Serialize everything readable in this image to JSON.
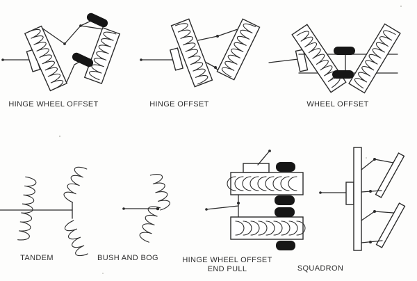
{
  "figure": {
    "title": "disc-harrow-hitch-configurations",
    "paper_color": "#fdfdfc",
    "ink_color": "#2b2b2b",
    "wheel_color": "#161616"
  },
  "panels": [
    {
      "id": "hinge-wheel-offset",
      "label": "HINGE WHEEL OFFSET"
    },
    {
      "id": "hinge-offset",
      "label": "HINGE OFFSET"
    },
    {
      "id": "wheel-offset",
      "label": "WHEEL OFFSET"
    },
    {
      "id": "tandem",
      "label": "TANDEM"
    },
    {
      "id": "bush-and-bog",
      "label": "BUSH AND BOG"
    },
    {
      "id": "hinge-wheel-offset-end-pull",
      "label_line1": "HINGE WHEEL OFFSET",
      "label_line2": "END PULL"
    },
    {
      "id": "squadron",
      "label": "SQUADRON"
    }
  ]
}
